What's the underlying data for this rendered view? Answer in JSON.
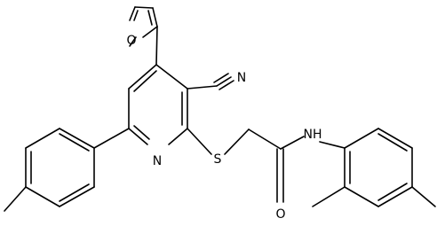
{
  "molecule": {
    "atom_labels": {
      "furan_oxygen": "O",
      "nitrile_nitrogen": "N",
      "pyridine_nitrogen": "N",
      "thioether_sulfur": "S",
      "carbonyl_oxygen": "O",
      "amide_nh": "NH"
    },
    "colors": {
      "ink": "#000000",
      "background": "#ffffff"
    }
  }
}
